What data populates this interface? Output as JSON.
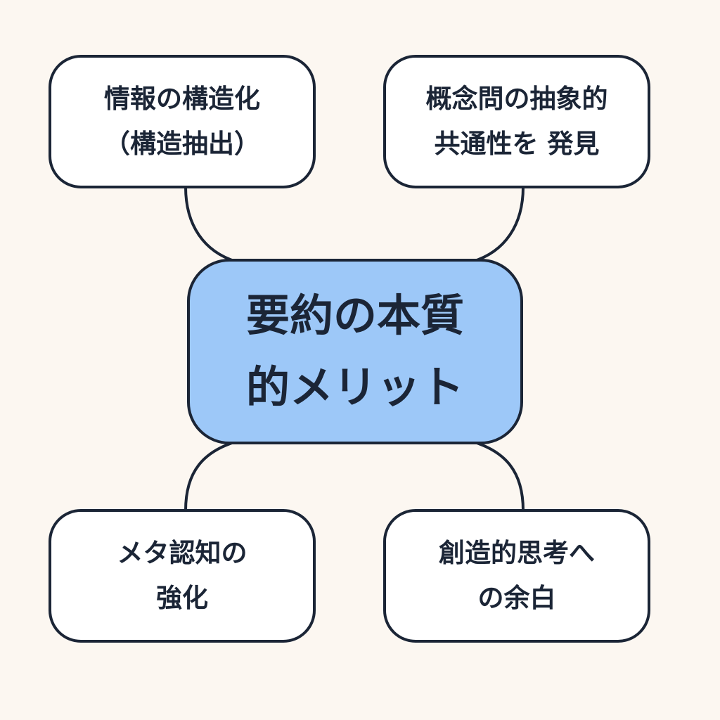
{
  "colors": {
    "background": "#fcf7f1",
    "outline": "#1b2536",
    "center_fill": "#9dc8f8",
    "node_fill": "#ffffff"
  },
  "center": {
    "line1": "要約の本質",
    "line2": "的メリット"
  },
  "nodes": {
    "top_left": {
      "line1": "情報の構造化",
      "line2": "（構造抽出）"
    },
    "top_right": {
      "line1": "概念問の抽象的",
      "line2": "共通性を 発見"
    },
    "bottom_left": {
      "line1": "メタ認知の",
      "line2": "強化"
    },
    "bottom_right": {
      "line1": "創造的思考へ",
      "line2": "の余白"
    }
  }
}
